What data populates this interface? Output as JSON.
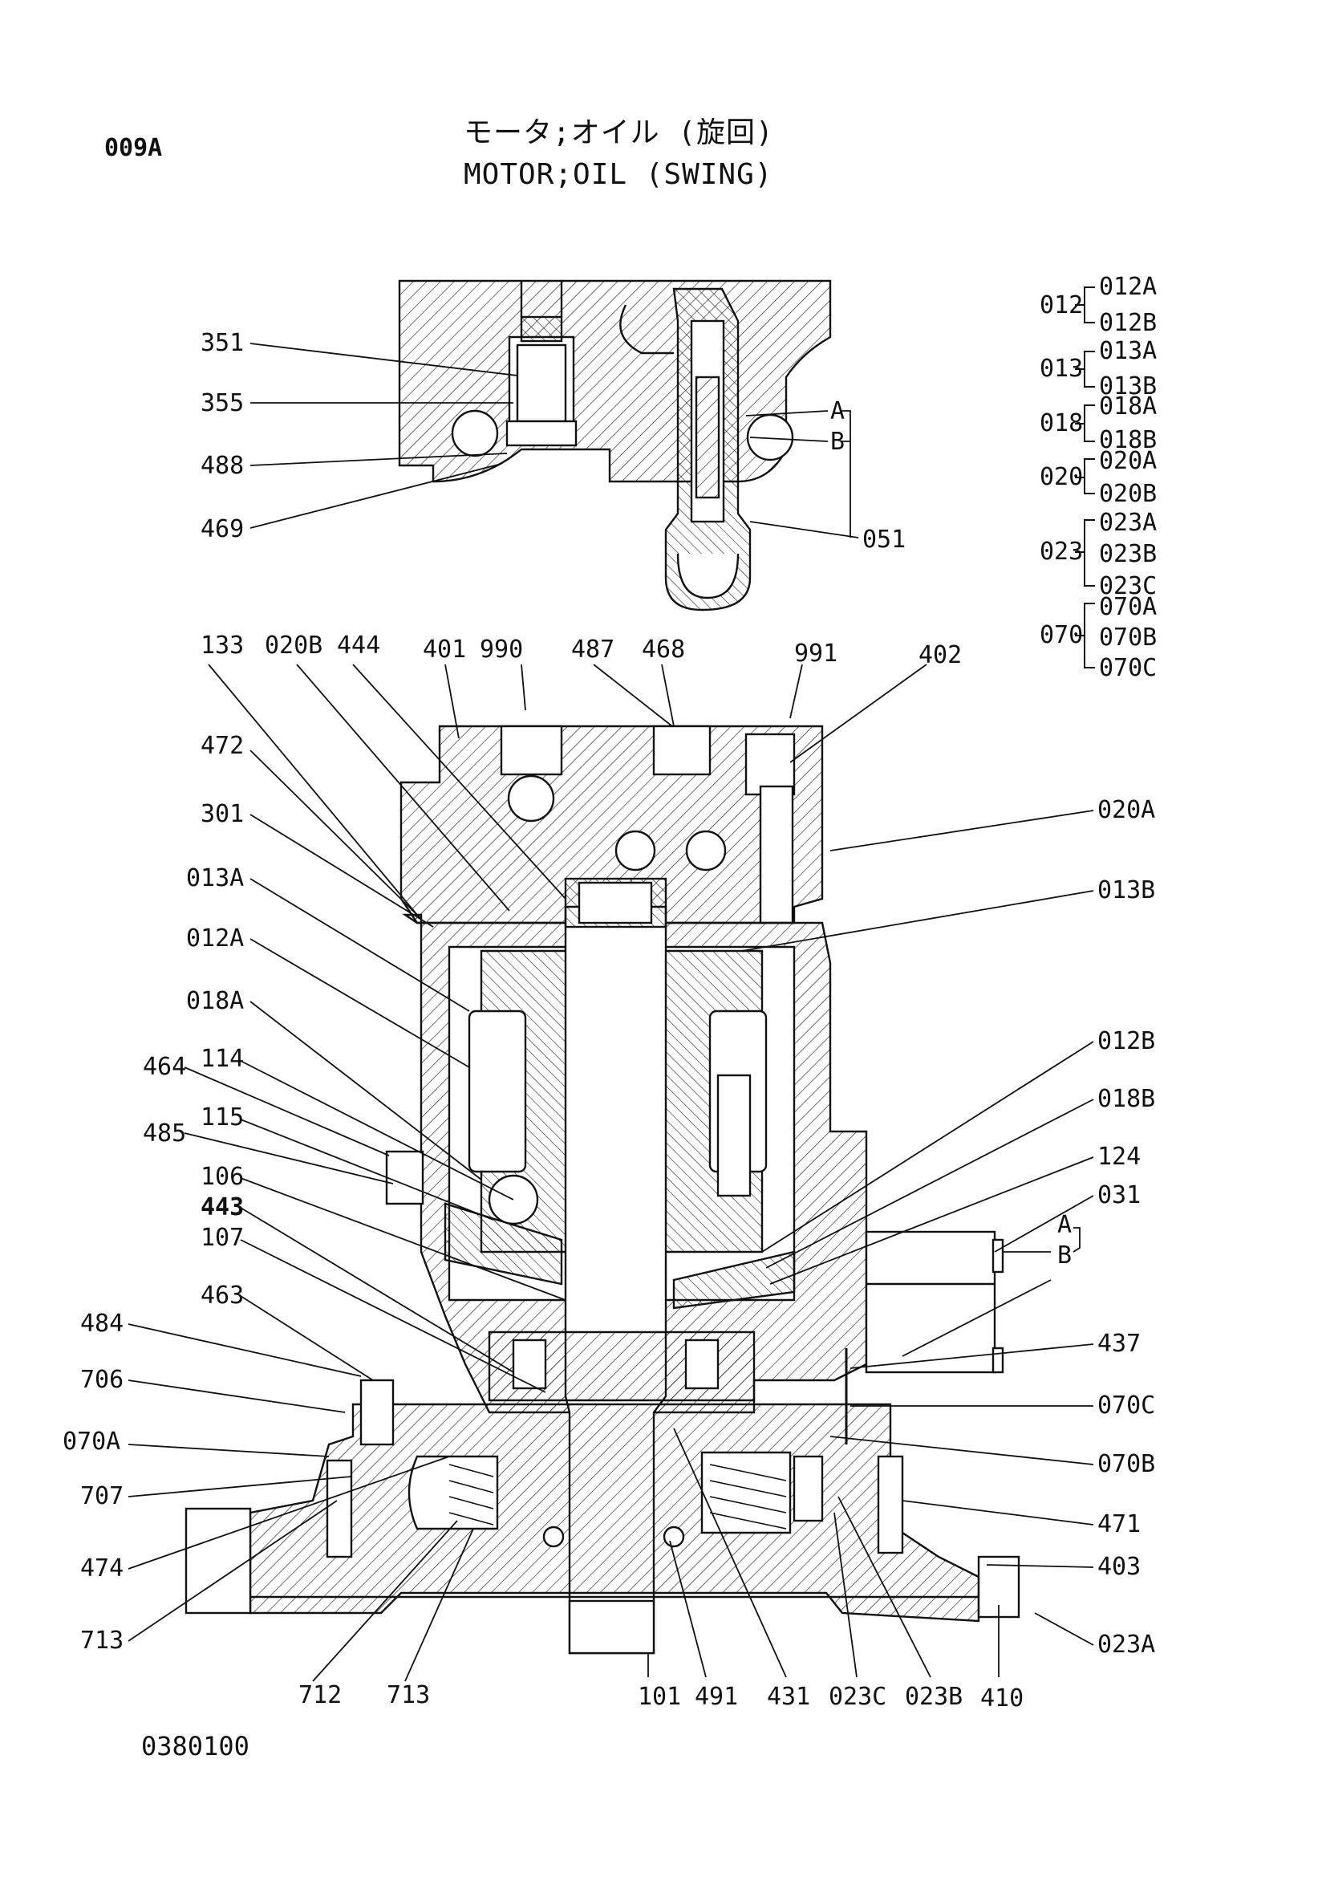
{
  "header": {
    "page_code": "009A",
    "title_jp": "モータ;オイル (旋回)",
    "title_en": "MOTOR;OIL (SWING)"
  },
  "footer": {
    "drawing_no": "0380100"
  },
  "groups": [
    {
      "parent": "012",
      "children": [
        "012A",
        "012B"
      ]
    },
    {
      "parent": "013",
      "children": [
        "013A",
        "013B"
      ]
    },
    {
      "parent": "018",
      "children": [
        "018A",
        "018B"
      ]
    },
    {
      "parent": "020",
      "children": [
        "020A",
        "020B"
      ]
    },
    {
      "parent": "023",
      "children": [
        "023A",
        "023B",
        "023C"
      ]
    },
    {
      "parent": "070",
      "children": [
        "070A",
        "070B",
        "070C"
      ]
    }
  ],
  "callouts": {
    "c351": "351",
    "c355": "355",
    "c488": "488",
    "c469": "469",
    "cA1": "A",
    "cB1": "B",
    "c051": "051",
    "c133": "133",
    "c020B": "020B",
    "c444": "444",
    "c401": "401",
    "c990": "990",
    "c487": "487",
    "c468": "468",
    "c991": "991",
    "c402": "402",
    "c472": "472",
    "c301": "301",
    "c013A": "013A",
    "c012A": "012A",
    "c018A": "018A",
    "c464": "464",
    "c114": "114",
    "c115": "115",
    "c485": "485",
    "c106": "106",
    "c443": "443",
    "c107": "107",
    "c463": "463",
    "c484": "484",
    "c706": "706",
    "c070A": "070A",
    "c707": "707",
    "c474": "474",
    "c713L": "713",
    "c020A": "020A",
    "c013B": "013B",
    "c012B": "012B",
    "c018B": "018B",
    "c124": "124",
    "c031": "031",
    "cA2": "A",
    "cB2": "B",
    "c437": "437",
    "c070C": "070C",
    "c070B": "070B",
    "c471": "471",
    "c403": "403",
    "c023A": "023A",
    "c712": "712",
    "c713B": "713",
    "c101": "101",
    "c491": "491",
    "c431": "431",
    "c023C": "023C",
    "c023B": "023B",
    "c410": "410"
  }
}
